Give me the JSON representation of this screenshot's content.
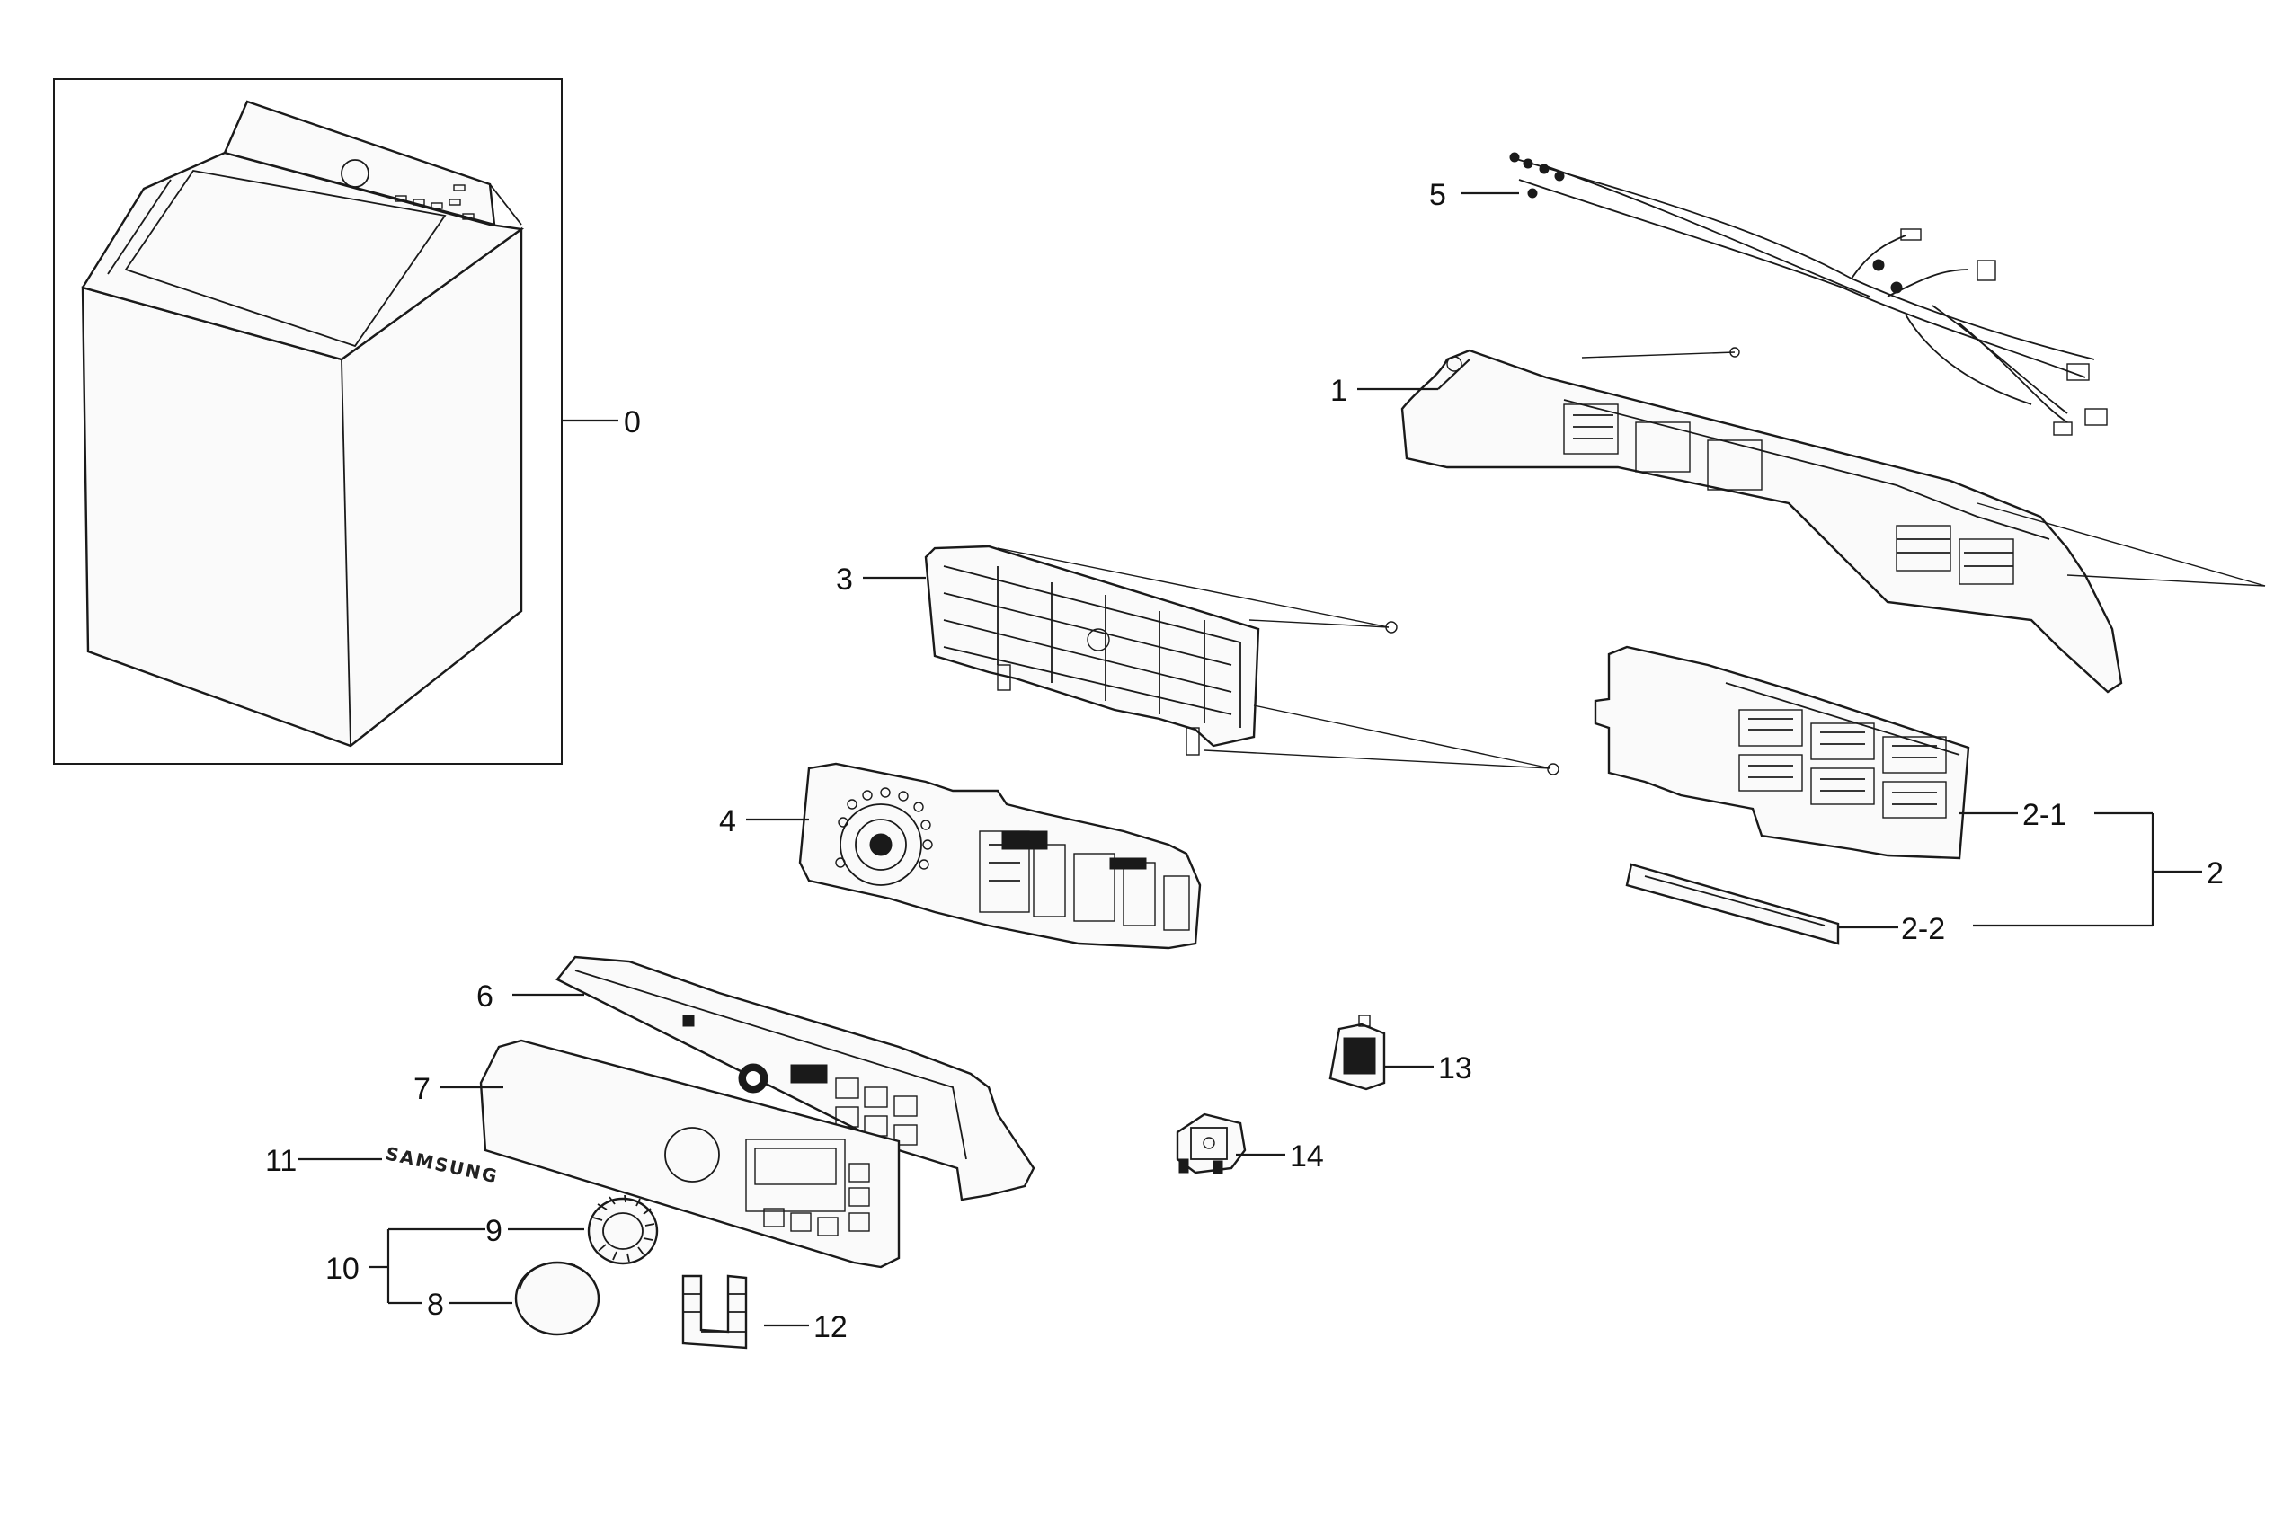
{
  "callouts": {
    "p0": "0",
    "p1": "1",
    "p2": "2",
    "p2_1": "2-1",
    "p2_2": "2-2",
    "p3": "3",
    "p4": "4",
    "p5": "5",
    "p6": "6",
    "p7": "7",
    "p8": "8",
    "p9": "9",
    "p10": "10",
    "p11": "11",
    "p12": "12",
    "p13": "13",
    "p14": "14"
  },
  "logo_text": "SAMSUNG",
  "colors": {
    "line": "#1a1a1a",
    "background": "#ffffff"
  }
}
